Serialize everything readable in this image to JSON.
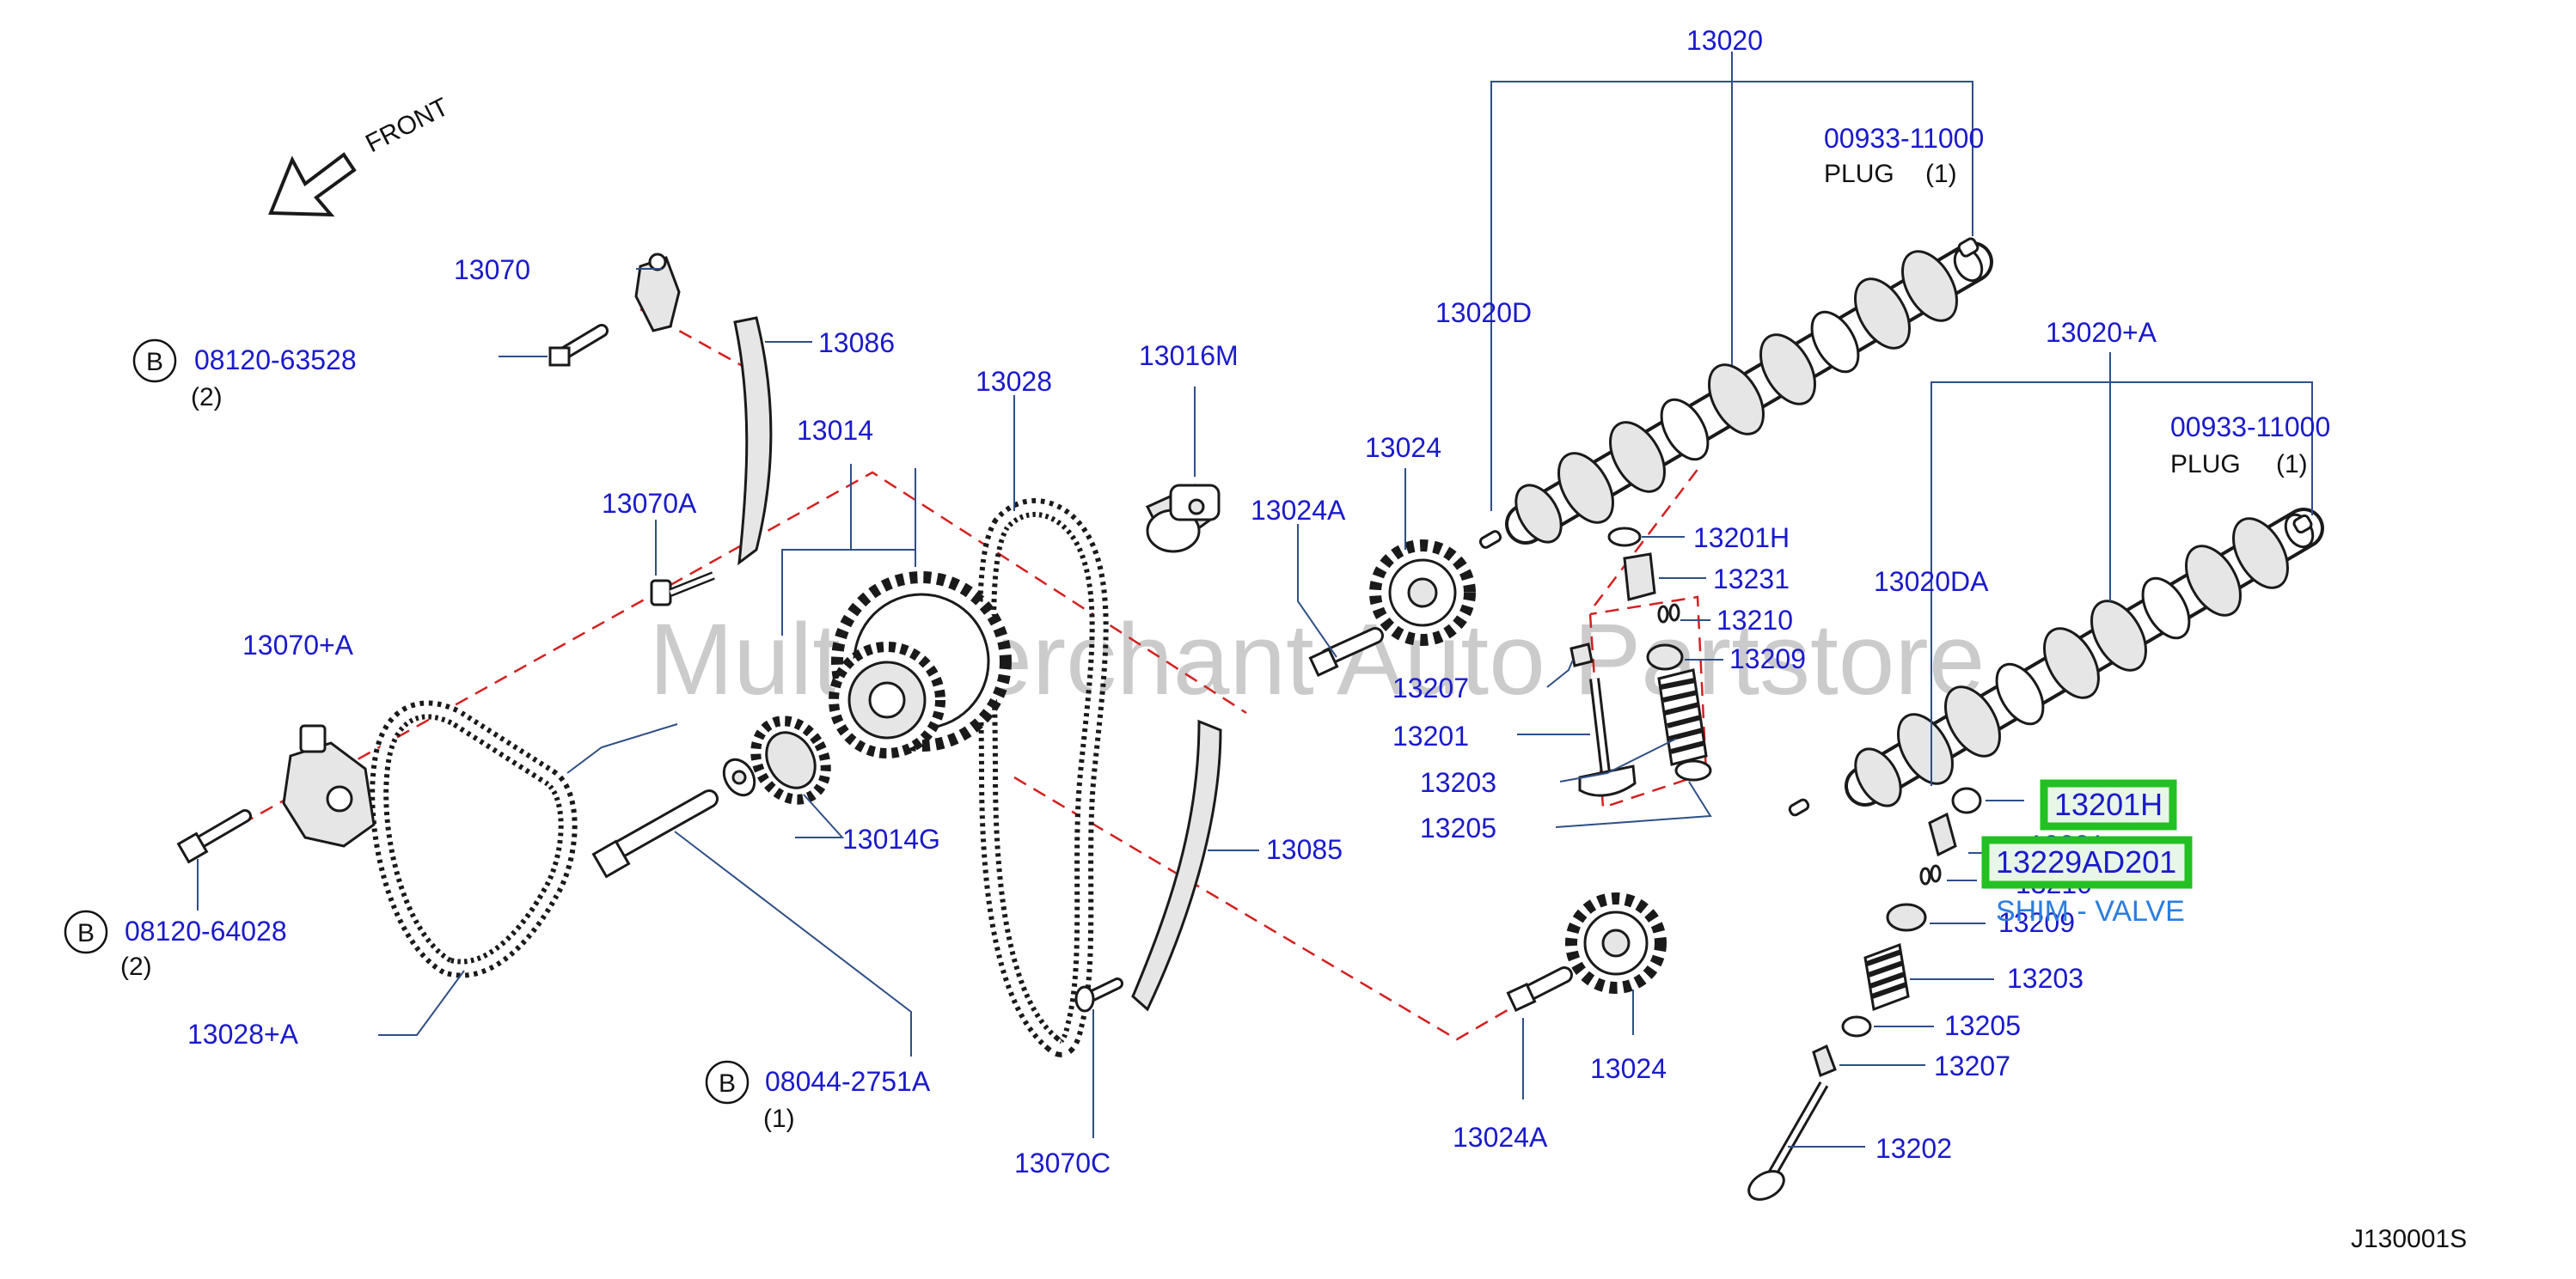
{
  "diagram": {
    "front_label": "FRONT",
    "watermark": "Multi Merchant Auto Partstore",
    "figure_code": "J130001S",
    "callouts": {
      "c13020": "13020",
      "c00933_top": "00933-11000",
      "plug_top": "PLUG",
      "plug_top_qty": "(1)",
      "c13020D": "13020D",
      "c13020A": "13020+A",
      "c00933_right": "00933-11000",
      "plug_right": "PLUG",
      "plug_right_qty": "(1)",
      "c13020DA": "13020DA",
      "c13070": "13070",
      "c13086": "13086",
      "c08120_63528": "08120-63528",
      "qty_63528": "(2)",
      "c13014": "13014",
      "c13028": "13028",
      "c13016M": "13016M",
      "c13024_top": "13024",
      "c13024A_top": "13024A",
      "c13070A": "13070A",
      "c13201H_mid": "13201H",
      "c13231_mid": "13231",
      "c13210_mid": "13210",
      "c13209_mid": "13209",
      "c13207_mid": "13207",
      "c13201_mid": "13201",
      "c13203_mid": "13203",
      "c13205_mid": "13205",
      "c13070pA": "13070+A",
      "c13014G": "13014G",
      "c13085": "13085",
      "c08120_64028": "08120-64028",
      "qty_64028": "(2)",
      "c13028A": "13028+A",
      "c08044": "08044-2751A",
      "qty_08044": "(1)",
      "c13070C": "13070C",
      "c13024_bottom": "13024",
      "c13024A_bottom": "13024A",
      "c13231_right": "13231",
      "c13210_right": "13210",
      "c13209_right": "13209",
      "c13203_right": "13203",
      "c13205_right": "13205",
      "c13207_right": "13207",
      "c13202": "13202",
      "bolt_marker": "B"
    },
    "highlights": {
      "h1": "13201H",
      "h2": "13229AD201",
      "h2_desc": "SHIM - VALVE"
    },
    "colors": {
      "callout_text": "#1a1acc",
      "highlight_border": "#22c022",
      "highlight_desc": "#2a7de0",
      "centerline": "#d42020"
    }
  }
}
